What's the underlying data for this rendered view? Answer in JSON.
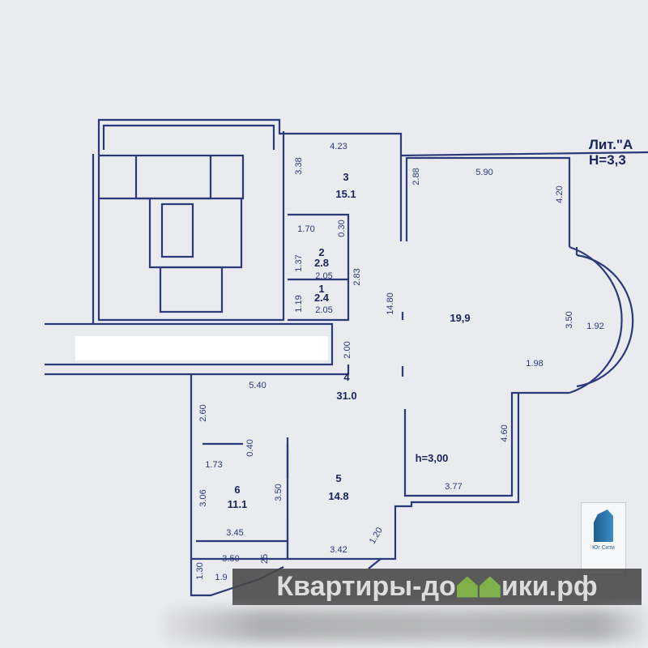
{
  "header": {
    "lit": "Лит.\"А",
    "height": "Н=3,3"
  },
  "rooms": [
    {
      "number": "3",
      "area": "15.1"
    },
    {
      "number": "2",
      "area": "2.8"
    },
    {
      "number": "1",
      "area": "2.4"
    },
    {
      "number": "",
      "area": "19,9"
    },
    {
      "number": "4",
      "area": "31.0"
    },
    {
      "number": "5",
      "area": "14.8"
    },
    {
      "number": "6",
      "area": "11.1"
    },
    {
      "number": "",
      "area": "1.9"
    }
  ],
  "dimensions": {
    "d1": "4.23",
    "d2": "3.38",
    "d3": "2.88",
    "d4": "5.90",
    "d5": "4.20",
    "d6": "1.70",
    "d7": "0.30",
    "d8": "1.37",
    "d9": "2.05",
    "d10": "2.83",
    "d11": "1.19",
    "d12": "2.05",
    "d13": "14.80",
    "d14": "3.50",
    "d15": "1.92",
    "d16": "1.98",
    "d17": "2.00",
    "d18": "5.40",
    "d19": "2.60",
    "d20": "0.40",
    "d21": "1.73",
    "d22": "4.60",
    "d23": "3.77",
    "d24": "3.06",
    "d25": "3.50",
    "d26": "3.45",
    "d27": "1.20",
    "d28": "3.42",
    "d29": "3.50",
    "d30": "25",
    "d31": "1.30"
  },
  "ceiling_height": "h=3,00",
  "watermark": {
    "left": "Квартиры-до",
    "right": "ики.рф"
  },
  "logo": {
    "name": "Юг Сити"
  },
  "colors": {
    "line": "#2a3a7a",
    "watermark_bg": "#464646",
    "house": "#7fb04a"
  }
}
